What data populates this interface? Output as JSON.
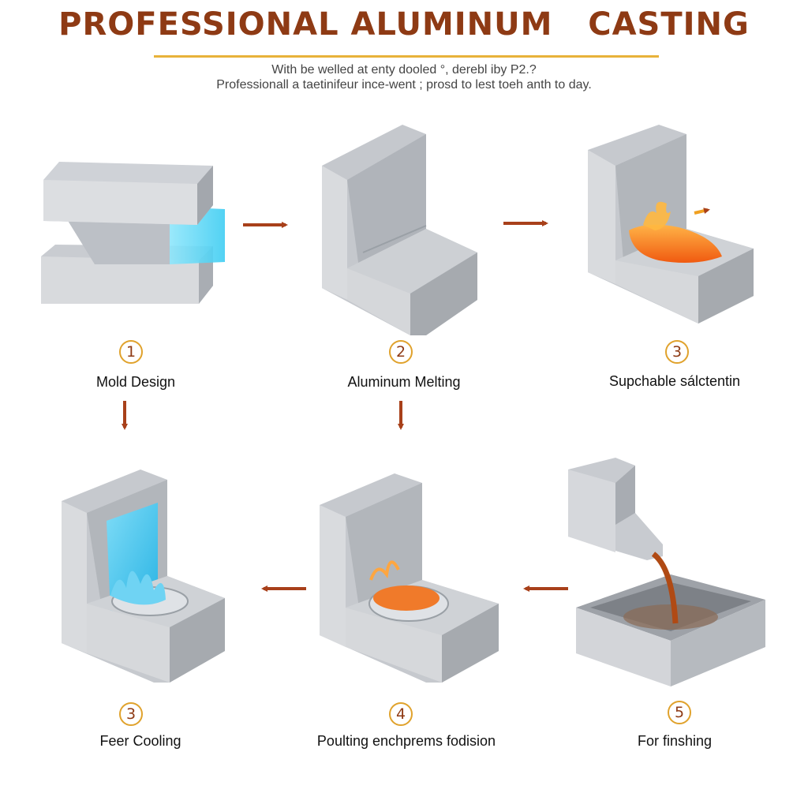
{
  "header": {
    "title": "PROFESSIONAL ALUMINUM   CASTING",
    "subtitle_line1": "With be welled at enty dooled °, derebl iby P2.?",
    "subtitle_line2": "Professionall a taetinifeur ince-went ; prosd to lest toeh anth to day."
  },
  "steps": [
    {
      "number": "1",
      "label": "Mold Design"
    },
    {
      "number": "2",
      "label": "Aluminum Melting"
    },
    {
      "number": "3",
      "label": "Supchable sálctentin"
    },
    {
      "number": "3",
      "label": "Feer Cooling"
    },
    {
      "number": "4",
      "label": "Poulting enchprems fodision"
    },
    {
      "number": "5",
      "label": "For finshing"
    }
  ],
  "colors": {
    "title": "#8e3a14",
    "accent_rule": "#e8b23a",
    "arrow": "#a8401a",
    "metal_light": "#d6d8dc",
    "metal_mid": "#b8bcc2",
    "metal_dark": "#9da1a7",
    "molten": "#f06a1c",
    "coolant": "#41c4ec"
  }
}
